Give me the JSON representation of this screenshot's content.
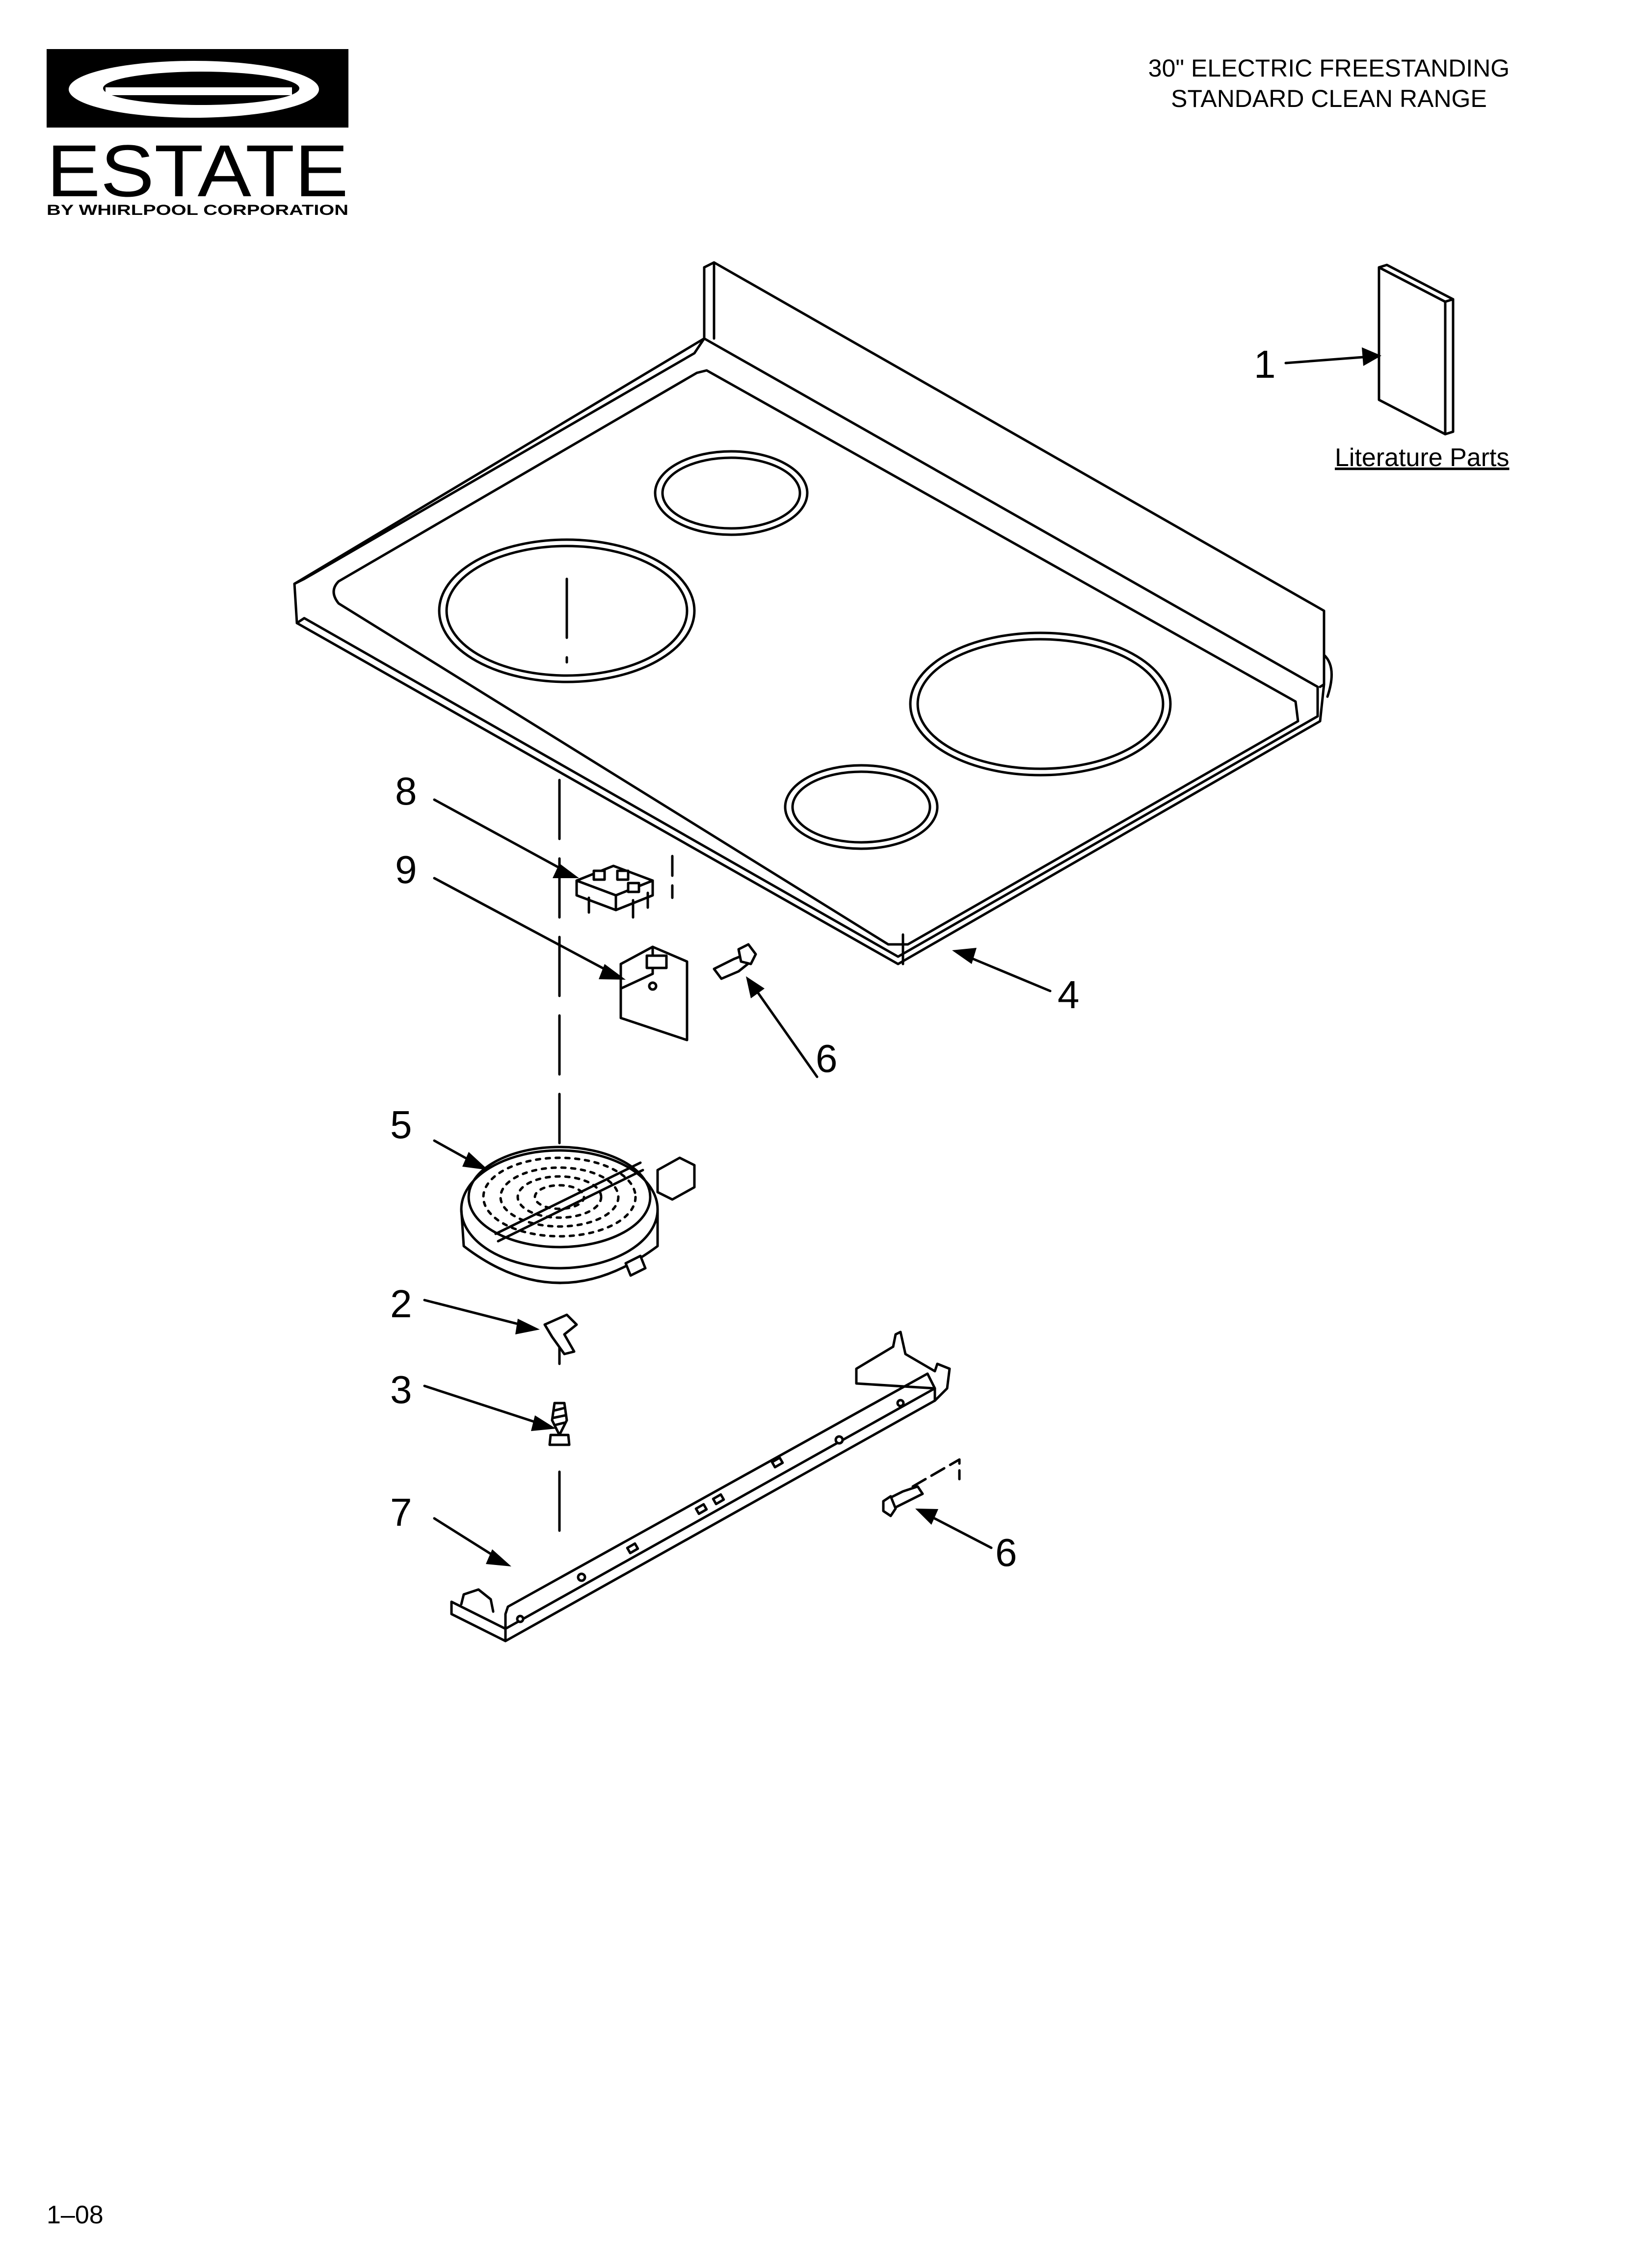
{
  "brand": {
    "name": "ESTATE",
    "tagline": "BY WHIRLPOOL CORPORATION"
  },
  "header": {
    "line1": "30\" ELECTRIC FREESTANDING",
    "line2": "STANDARD CLEAN RANGE"
  },
  "literature": {
    "label": "Literature Parts"
  },
  "callouts": [
    "1",
    "2",
    "3",
    "4",
    "5",
    "6",
    "6",
    "7",
    "8",
    "9"
  ],
  "footer": {
    "page_id": "1–08"
  }
}
